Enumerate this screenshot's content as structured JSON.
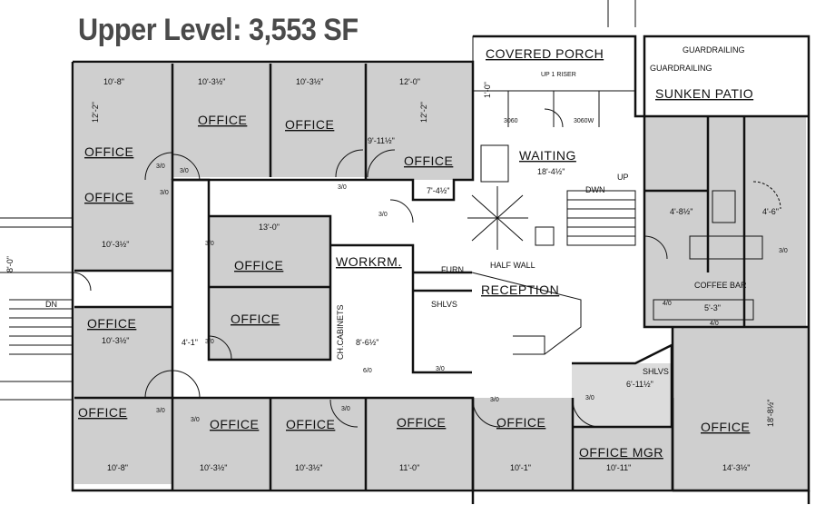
{
  "title": "Upper Level: 3,553 SF",
  "rooms": {
    "office_nw": "OFFICE",
    "office_w": "OFFICE",
    "office_top_1": "OFFICE",
    "office_top_2": "OFFICE",
    "office_top_3": "OFFICE",
    "office_inner_1": "OFFICE",
    "office_inner_2": "OFFICE",
    "office_left_mid": "OFFICE",
    "office_sw": "OFFICE",
    "office_bottom_1": "OFFICE",
    "office_bottom_2": "OFFICE",
    "office_bottom_3": "OFFICE",
    "office_bottom_4": "OFFICE",
    "office_se": "OFFICE",
    "office_mgr": "OFFICE MGR",
    "workroom": "WORKRM.",
    "reception": "RECEPTION",
    "waiting": "WAITING",
    "covered_porch": "COVERED PORCH",
    "sunken_patio": "SUNKEN PATIO",
    "coffee_bar": "COFFEE BAR",
    "guardrail_1": "GUARDRAILING",
    "guardrail_2": "GUARDRAILING",
    "half_wall": "HALF WALL",
    "furn": "FURN",
    "shlvs_1": "SHLVS",
    "shlvs_2": "SHLVS",
    "cabinets": "CH.CABINETS",
    "dn_1": "DWN",
    "dn_2": "DN",
    "up": "UP",
    "riser": "UP 1 RISER"
  },
  "dimensions": {
    "d_10_8": "10'-8\"",
    "d_10_3a": "10'-3½\"",
    "d_10_3b": "10'-3½\"",
    "d_12_0": "12'-0\"",
    "d_12_2a": "12'-2\"",
    "d_12_2b": "12'-2\"",
    "d_13_0": "13'-0\"",
    "d_9_11": "9'-11½\"",
    "d_7_4": "7'-4½\"",
    "d_10_3c": "10'-3½\"",
    "d_10_3d": "10'-3½\"",
    "d_18_4": "18'-4½\"",
    "d_8_6": "8'-6½\"",
    "d_4_1": "4'-1\"",
    "d_10_8b": "10'-8\"",
    "d_10_3e": "10'-3½\"",
    "d_10_3f": "10'-3½\"",
    "d_11_0": "11'-0\"",
    "d_10_1": "10'-1\"",
    "d_10_11": "10'-11\"",
    "d_14_3": "14'-3½\"",
    "d_18_8": "18'-8½\"",
    "d_5_3": "5'-3\"",
    "d_4_8": "4'-8½\"",
    "d_4_6": "4'-6\"",
    "d_6_11": "6'-11½\"",
    "d_8_0": "8'-0\"",
    "d_1_0": "1'-0\""
  },
  "doors": [
    "3/0",
    "3/0",
    "3/0",
    "3/0",
    "3/0",
    "3/0",
    "3/0",
    "3/0",
    "3/0",
    "3/0",
    "3/0",
    "3/0",
    "3/0",
    "3/0",
    "6/0",
    "4/0",
    "4/0",
    "3060",
    "3060W"
  ]
}
